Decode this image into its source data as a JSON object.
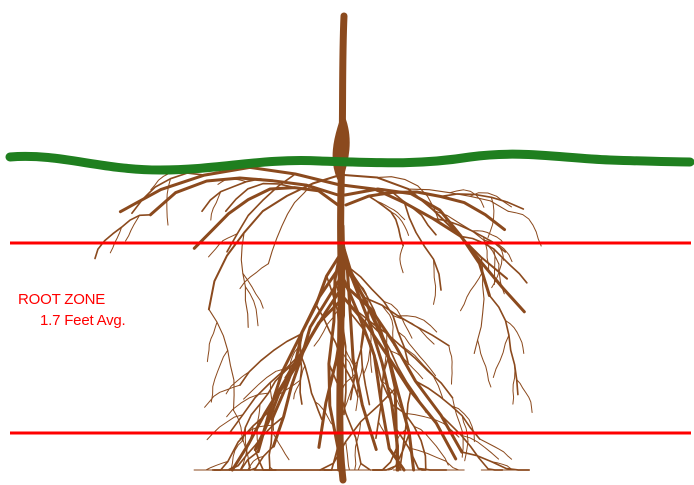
{
  "diagram": {
    "labels": {
      "zone_title": "ROOT ZONE",
      "zone_depth": "1.7 Feet Avg."
    },
    "colors": {
      "ground": "#1f7f1f",
      "root": "#8b4a1e",
      "zone_line": "#ff0000",
      "label": "#ff0000",
      "background": "#ffffff"
    },
    "elements": [
      "ground-surface-line",
      "plant-stem",
      "root-system",
      "root-zone-top-line",
      "root-zone-bottom-line"
    ]
  }
}
